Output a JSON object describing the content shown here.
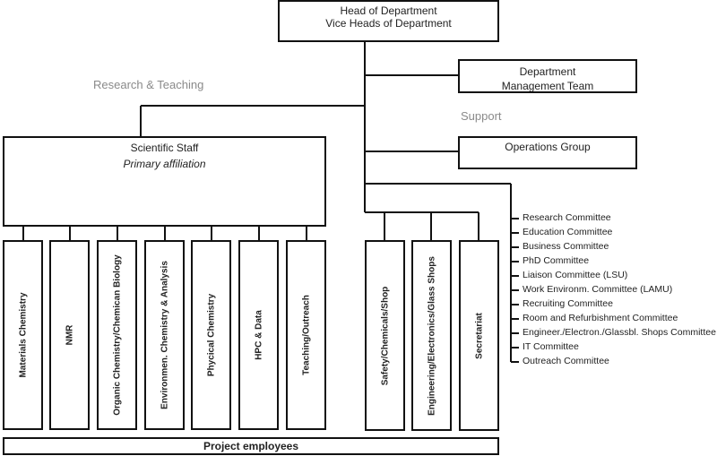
{
  "head": {
    "line1": "Head of Department",
    "line2": "Vice Heads of Department"
  },
  "management": {
    "line1": "Department",
    "line2": "Management Team"
  },
  "operations": "Operations Group",
  "labels": {
    "research_teaching": "Research & Teaching",
    "support": "Support"
  },
  "scientific_staff": {
    "title": "Scientific Staff",
    "subtitle": "Primary affiliation"
  },
  "research_units": [
    "Materials Chemistry",
    "NMR",
    "Organic Chemistry/Chemican Biology",
    "Environmen. Chemistry & Analysis",
    "Phycical Chemistry",
    "HPC & Data",
    "Teaching/Outreach"
  ],
  "support_units": [
    "Safety/Chemicals/Shop",
    "Engineering/Electronics/Glass Shops",
    "Secretariat"
  ],
  "committees": [
    "Research Committee",
    "Education Committee",
    "Business Committee",
    "PhD Committee",
    "Liaison Committee (LSU)",
    "Work Environm. Committee (LAMU)",
    "Recruiting Committee",
    "Room and Refurbishment Committee",
    "Engineer./Electron./Glassbl. Shops Committee",
    "IT Committee",
    "Outreach Committee"
  ],
  "project_employees": "Project employees"
}
